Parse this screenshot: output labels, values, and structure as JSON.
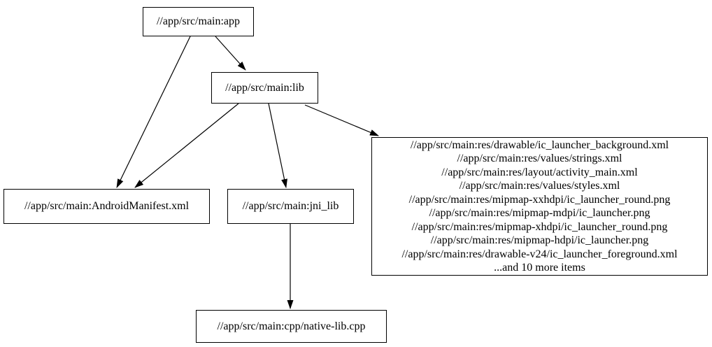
{
  "graph": {
    "type": "directed-dependency-graph",
    "nodes": {
      "app": {
        "label": "//app/src/main:app"
      },
      "lib": {
        "label": "//app/src/main:lib"
      },
      "manifest": {
        "label": "//app/src/main:AndroidManifest.xml"
      },
      "jni_lib": {
        "label": "//app/src/main:jni_lib"
      },
      "native_lib": {
        "label": "//app/src/main:cpp/native-lib.cpp"
      },
      "resources": {
        "lines": [
          "//app/src/main:res/drawable/ic_launcher_background.xml",
          "//app/src/main:res/values/strings.xml",
          "//app/src/main:res/layout/activity_main.xml",
          "//app/src/main:res/values/styles.xml",
          "//app/src/main:res/mipmap-xxhdpi/ic_launcher_round.png",
          "//app/src/main:res/mipmap-mdpi/ic_launcher.png",
          "//app/src/main:res/mipmap-xhdpi/ic_launcher_round.png",
          "//app/src/main:res/mipmap-hdpi/ic_launcher.png",
          "//app/src/main:res/drawable-v24/ic_launcher_foreground.xml",
          "...and 10 more items"
        ]
      }
    },
    "edges": [
      {
        "from": "app",
        "to": "lib"
      },
      {
        "from": "app",
        "to": "manifest"
      },
      {
        "from": "lib",
        "to": "manifest"
      },
      {
        "from": "lib",
        "to": "jni_lib"
      },
      {
        "from": "lib",
        "to": "resources"
      },
      {
        "from": "jni_lib",
        "to": "native_lib"
      }
    ],
    "colors": {
      "background": "#ffffff",
      "node_border": "#000000",
      "edge": "#000000",
      "text": "#000000"
    }
  }
}
